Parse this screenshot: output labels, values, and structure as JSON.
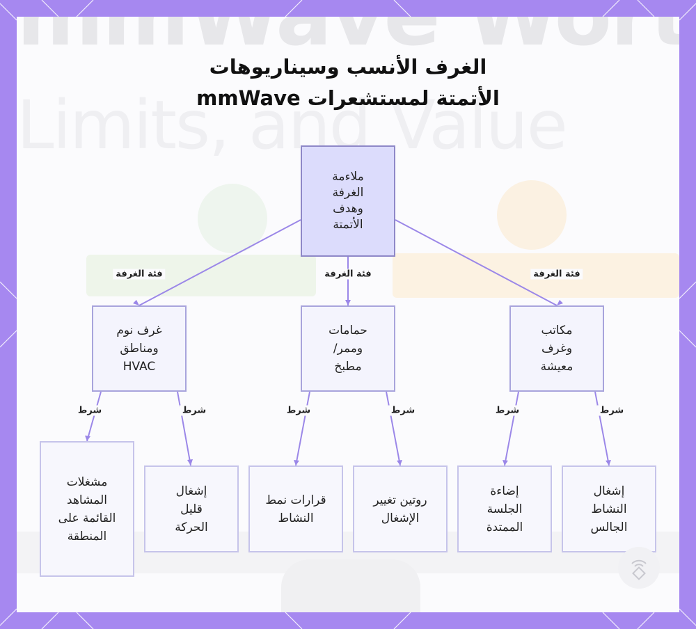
{
  "title": {
    "line1": "الغرف الأنسب وسيناريوهات",
    "line2": "الأتمتة لمستشعرات mmWave"
  },
  "background": {
    "watermark_line1": "mmWave Worth",
    "watermark_line2": "Limits, and Value"
  },
  "colors": {
    "frame": "#a688f0",
    "edge": "#9b87e8",
    "root_fill": "#dcdcfc",
    "node_fill": "#f4f4fd"
  },
  "diagram": {
    "root": "ملاءمة\nالغرفة\nوهدف\nالأتمتة",
    "edge_labels": {
      "room_category_1": "فئة الغرفة",
      "room_category_2": "فئة الغرفة",
      "room_category_3": "فئة الغرفة",
      "condition_1": "شرط",
      "condition_2": "شرط",
      "condition_3": "شرط",
      "condition_4": "شرط",
      "condition_5": "شرط",
      "condition_6": "شرط"
    },
    "categories": {
      "bedrooms": "غرف نوم\nومناطق\nHVAC",
      "bathrooms": "حمامات\nوممر/\nمطبخ",
      "offices": "مكاتب\nوغرف\nمعيشة"
    },
    "leaves": {
      "zone_scene": "مشغلات\nالمشاهد\nالقائمة على\nالمنطقة",
      "low_motion": "إشغال\nقليل\nالحركة",
      "activity_pattern": "قرارات نمط\nالنشاط",
      "occupancy_routine": "روتين تغيير\nالإشغال",
      "session_lighting": "إضاءة\nالجلسة\nالممتدة",
      "sitting_activity": "إشغال\nالنشاط\nالجالس"
    }
  }
}
